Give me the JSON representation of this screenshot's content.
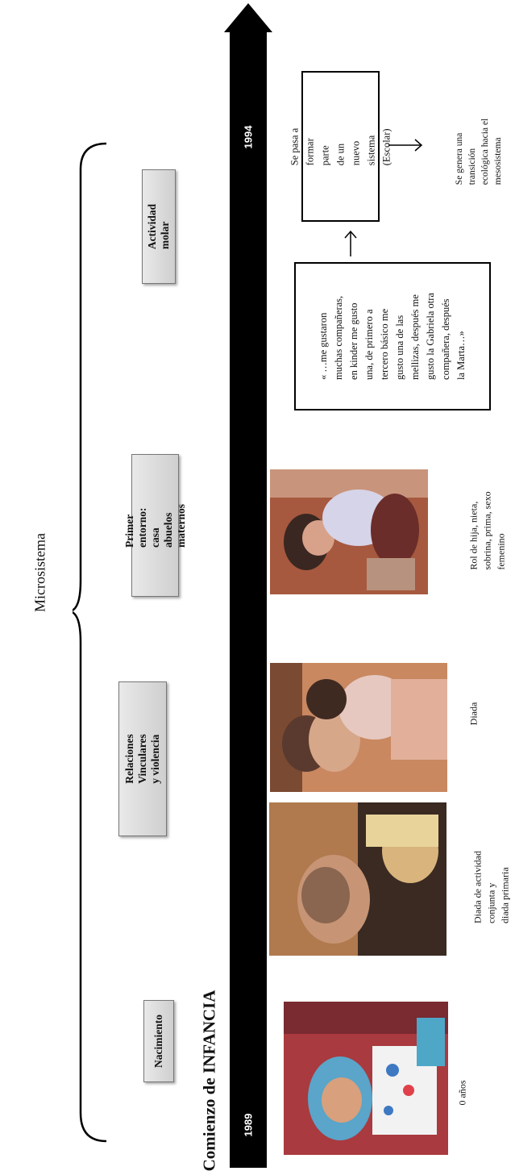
{
  "title": "Microsistema",
  "heading": "Comienzo de INFANCIA",
  "timeline": {
    "start_year": "1989",
    "end_year": "1994"
  },
  "tags": [
    {
      "lines": [
        "Nacimiento"
      ]
    },
    {
      "lines": [
        "Relaciones",
        "Vinculares y violencia"
      ]
    },
    {
      "lines": [
        "Primer entorno: casa",
        "abuelos maternos"
      ]
    },
    {
      "lines": [
        "Actividad molar"
      ]
    }
  ],
  "captions": {
    "birth": [
      "0 años"
    ],
    "father": [
      "Diada de actividad",
      "conjunta y",
      "diada primaria"
    ],
    "mother": [
      "Diada"
    ],
    "family": [
      "Rol de hija, nieta,",
      "sobrina, prima, sexo",
      "femenino"
    ],
    "transition": [
      "Se genera una",
      "transición",
      "ecológica hacia el",
      "mesosistema"
    ]
  },
  "quotes": {
    "memory": [
      "« …me gustaron",
      "muchas compañeras,",
      "en kinder me gusto",
      "una, de primero a",
      "tercero básico me",
      "gusto una de las",
      "mellizas, después me",
      "gusto la Gabriela otra",
      "compañera, después",
      "la Marta…»"
    ],
    "school": [
      "Se pasa a formar parte",
      "de un nuevo sistema",
      "(Escolar)"
    ]
  },
  "photos": [
    {
      "name": "baby-photo"
    },
    {
      "name": "father-daughter-photo"
    },
    {
      "name": "mother-daughter-photo"
    },
    {
      "name": "family-photo"
    }
  ],
  "colors": {
    "timeline": "#000000",
    "tag_fill": "#d9d9d9"
  }
}
